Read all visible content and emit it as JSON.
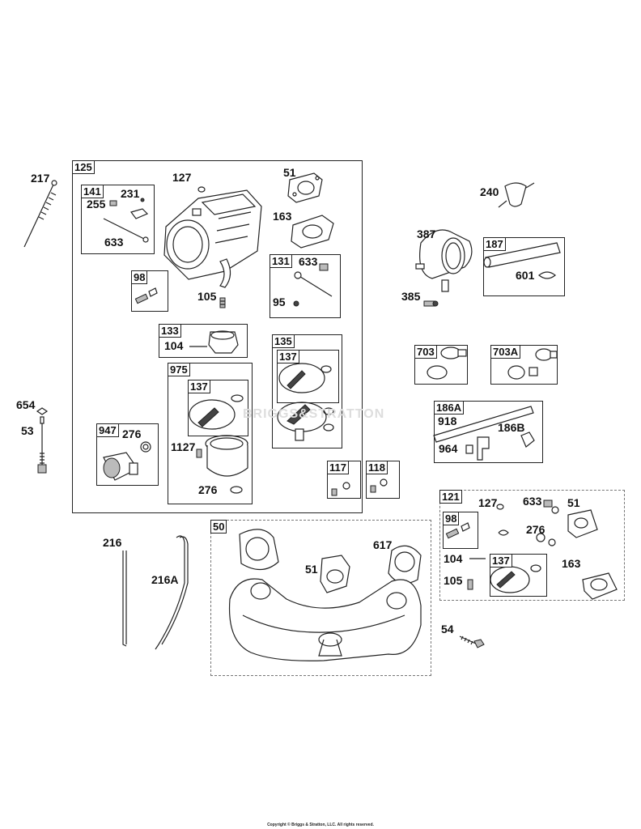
{
  "watermark": "BRIGGS&STRATTON",
  "copyright": "Copyright © Briggs & Stratton, LLC. All rights reserved.",
  "group_tags": {
    "g125": "125",
    "g141": "141",
    "g98a": "98",
    "g131": "131",
    "g133": "133",
    "g135": "135",
    "g137a": "137",
    "g975": "975",
    "g137b": "137",
    "g947": "947",
    "g117": "117",
    "g118": "118",
    "g187": "187",
    "g703": "703",
    "g703A": "703A",
    "g186A": "186A",
    "g121": "121",
    "g98b": "98",
    "g137c": "137",
    "g50": "50"
  },
  "part_labels": {
    "p217": "217",
    "p127a": "127",
    "p51a": "51",
    "p231": "231",
    "p255": "255",
    "p633a": "633",
    "p163a": "163",
    "p633b": "633",
    "p95": "95",
    "p105a": "105",
    "p104a": "104",
    "p240": "240",
    "p387": "387",
    "p601": "601",
    "p385": "385",
    "p654": "654",
    "p53": "53",
    "p276a": "276",
    "p1127": "1127",
    "p276b": "276",
    "p918": "918",
    "p186B": "186B",
    "p964": "964",
    "p127b": "127",
    "p633c": "633",
    "p51b": "51",
    "p276c": "276",
    "p104b": "104",
    "p105b": "105",
    "p163b": "163",
    "p216": "216",
    "p216A": "216A",
    "p617": "617",
    "p51c": "51",
    "p54": "54"
  }
}
